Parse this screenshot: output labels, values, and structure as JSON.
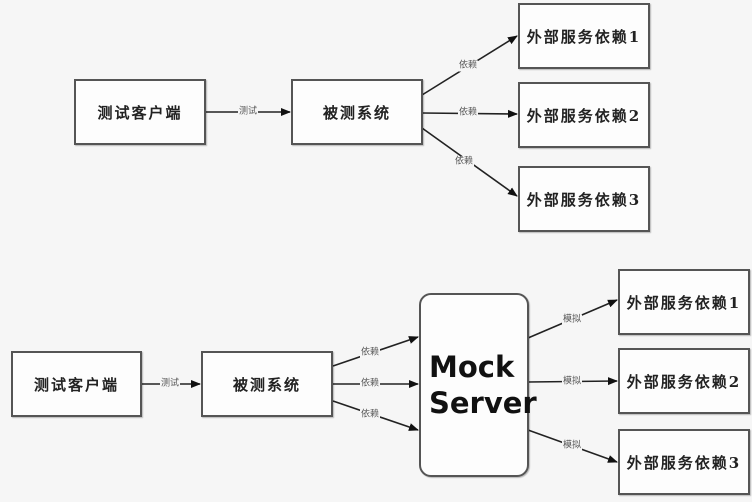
{
  "diagrams": [
    {
      "name": "without-mock",
      "nodes": {
        "client": "测试客户端",
        "system": "被测系统",
        "ext1": "外部服务依赖1",
        "ext2": "外部服务依赖2",
        "ext3": "外部服务依赖3"
      },
      "edges": {
        "client_system": "测试",
        "system_ext1": "依赖",
        "system_ext2": "依赖",
        "system_ext3": "依赖"
      }
    },
    {
      "name": "with-mock",
      "nodes": {
        "client": "测试客户端",
        "system": "被测系统",
        "mock_line1": "Mock",
        "mock_line2": "Server",
        "ext1": "外部服务依赖1",
        "ext2": "外部服务依赖2",
        "ext3": "外部服务依赖3"
      },
      "edges": {
        "client_system": "测试",
        "system_mock_1": "依赖",
        "system_mock_2": "依赖",
        "system_mock_3": "依赖",
        "mock_ext1": "模拟",
        "mock_ext2": "模拟",
        "mock_ext3": "模拟"
      }
    }
  ]
}
